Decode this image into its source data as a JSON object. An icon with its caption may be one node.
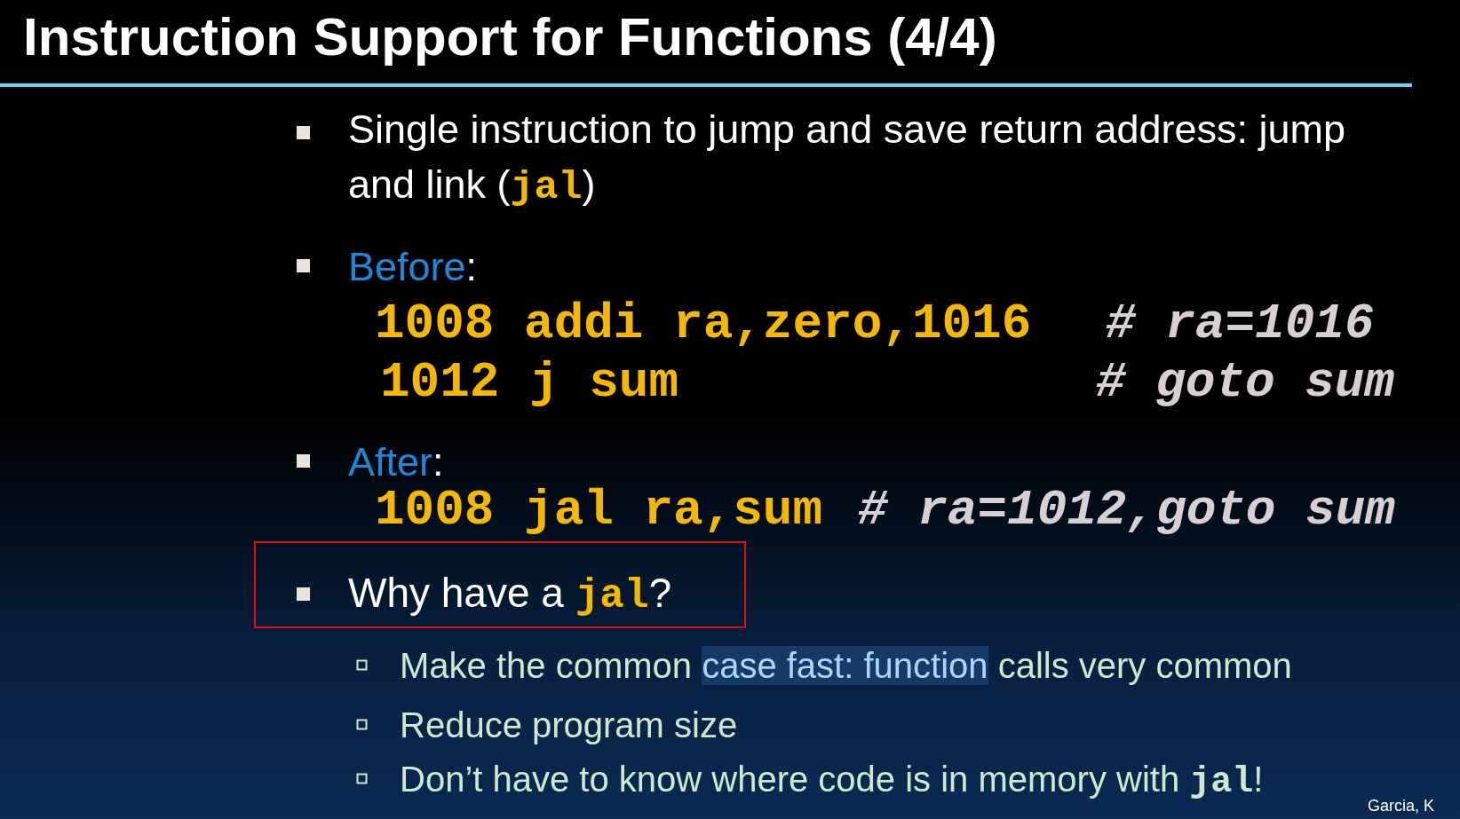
{
  "diagram": {
    "title": "Instruction Support for Functions (4/4)",
    "nodes": [
      {
        "text": [
          "Why have a **jal**?"
        ]
      }
    ],
    "labels": [
      "Single instruction to jump and save return address: jump and link (**jal**)",
      "*Before*:",
      "1008 addi ra,zero,1016",
      "# ra=1016",
      "1012 j sum",
      "# goto sum",
      "*After*:",
      "1008 jal ra,sum",
      "# ra=1012,goto sum",
      "Make the common *case fast: function* calls very common",
      "Reduce program size",
      "Don’t have to know where code is in memory with **jal**!",
      "Garcia, K"
    ]
  }
}
